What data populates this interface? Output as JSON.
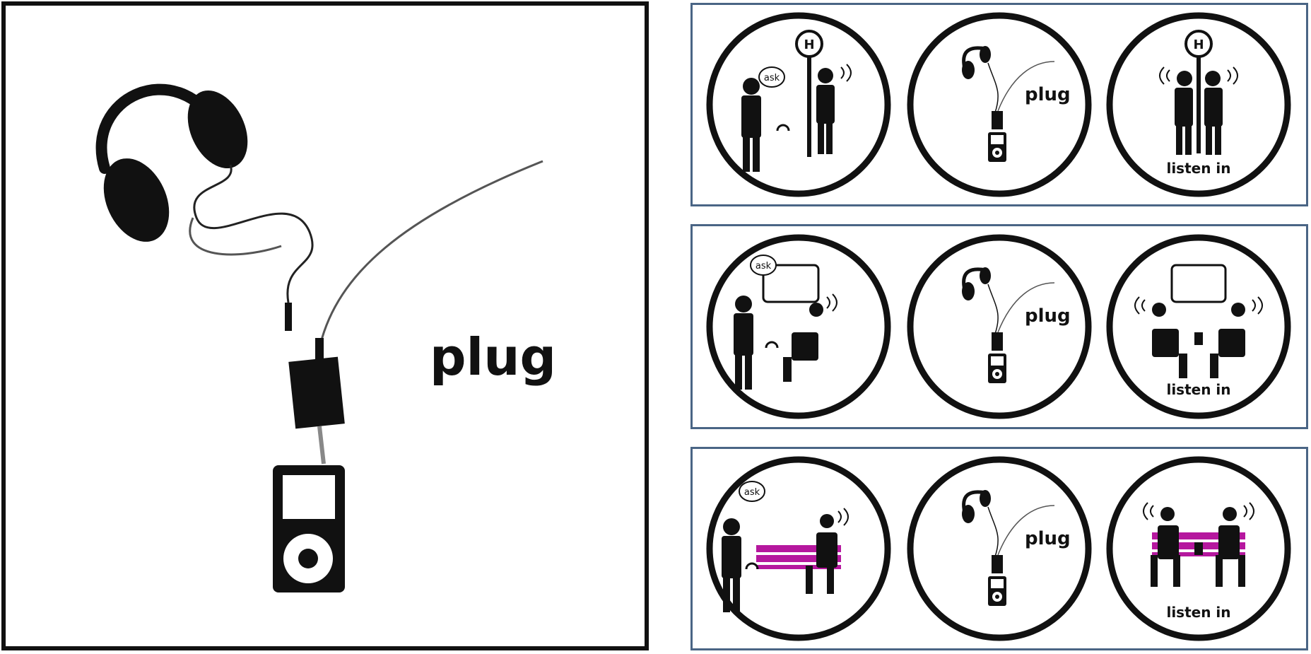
{
  "main_panel": {
    "label": "plug"
  },
  "rows": [
    {
      "circles": [
        {
          "speech": "ask",
          "sign": "H"
        },
        {
          "label": "plug"
        },
        {
          "label": "listen in",
          "sign": "H"
        }
      ]
    },
    {
      "circles": [
        {
          "speech": "ask"
        },
        {
          "label": "plug"
        },
        {
          "label": "listen in"
        }
      ]
    },
    {
      "circles": [
        {
          "speech": "ask"
        },
        {
          "label": "plug"
        },
        {
          "label": "listen in"
        }
      ]
    }
  ],
  "colors": {
    "border_dark": "#111111",
    "row_border": "#4a6585",
    "bench": "#b5179e"
  }
}
